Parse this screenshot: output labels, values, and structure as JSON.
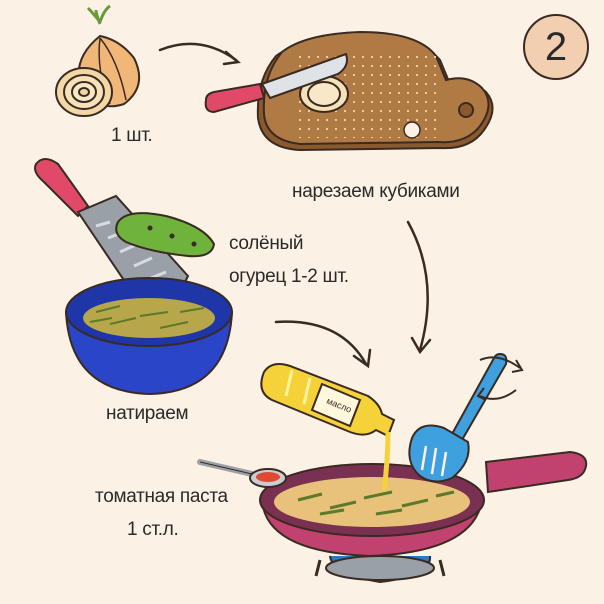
{
  "step_number": "2",
  "labels": {
    "onion_qty": "1 шт.",
    "cut": "нарезаем кубиками",
    "pickle_line1": "солёный",
    "pickle_line2": "огурец 1-2 шт.",
    "grate": "натираем",
    "paste_line1": "томатная паста",
    "paste_line2": "1 ст.л."
  },
  "bottle_label": "масло",
  "colors": {
    "background": "#fbf1e4",
    "badge": "#f3cfb2",
    "bowl": "#2a45c8",
    "pan": "#c2426f",
    "board": "#9a6838",
    "handle_pink": "#e04a68",
    "spatula": "#3fa0e0",
    "oil": "#f6d23a",
    "pickle": "#6fb23c",
    "flame": "#2b7ac8"
  },
  "icons": [
    "onion-icon",
    "knife-icon",
    "cutting-board-icon",
    "grater-icon",
    "pickle-icon",
    "bowl-icon",
    "oil-bottle-icon",
    "spatula-icon",
    "frying-pan-icon",
    "spoon-icon",
    "stove-burner-icon",
    "arrow-icon"
  ]
}
